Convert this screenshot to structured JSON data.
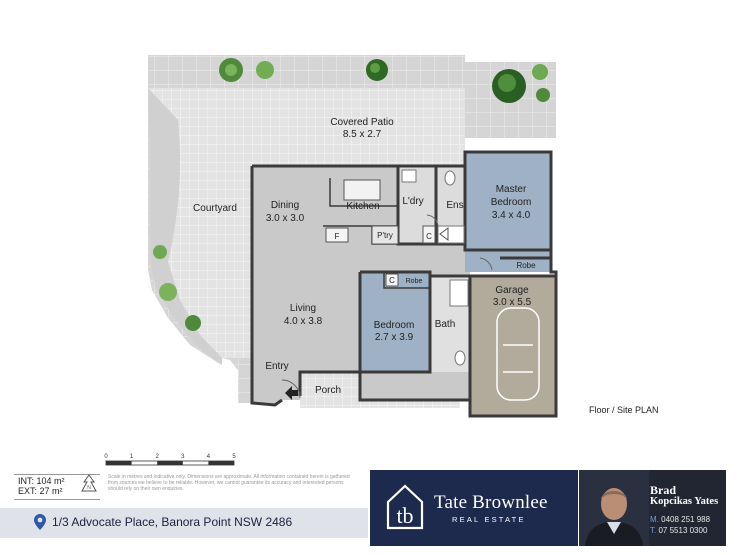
{
  "floor_plan": {
    "rooms": [
      {
        "name": "Covered Patio",
        "dims": "8.5 x 2.7"
      },
      {
        "name": "Courtyard",
        "dims": ""
      },
      {
        "name": "Dining",
        "dims": "3.0 x 3.0"
      },
      {
        "name": "Kitchen",
        "dims": ""
      },
      {
        "name": "L'dry",
        "dims": ""
      },
      {
        "name": "Ens",
        "dims": ""
      },
      {
        "name": "Master Bedroom",
        "dims": "3.4 x 4.0"
      },
      {
        "name": "Robe",
        "dims": ""
      },
      {
        "name": "P'try",
        "dims": ""
      },
      {
        "name": "Living",
        "dims": "4.0 x 3.8"
      },
      {
        "name": "Bedroom",
        "dims": "2.7 x 3.9"
      },
      {
        "name": "Bath",
        "dims": ""
      },
      {
        "name": "Garage",
        "dims": "3.0 x 5.5"
      },
      {
        "name": "Entry",
        "dims": ""
      },
      {
        "name": "Porch",
        "dims": ""
      }
    ],
    "fixtures": {
      "fridge": "F",
      "cupboard": "C",
      "robe_small": "Robe"
    },
    "floor_label": "Floor / Site PLAN"
  },
  "scale": {
    "ticks": [
      "0",
      "1",
      "2",
      "3",
      "4",
      "5"
    ]
  },
  "areas": {
    "int_label": "INT:",
    "int_value": "104 m²",
    "ext_label": "EXT:",
    "ext_value": "27 m²"
  },
  "disclaimer": "Scale in metres and indicative only. Dimensions are approximate. All information contained herein is gathered from sources we believe to be reliable. However, we cannot guarantee its accuracy and interested persons should rely on their own enquiries.",
  "address": "1/3 Advocate Place, Banora Point NSW 2486",
  "brand": {
    "name": "Tate Brownlee",
    "sub": "REAL ESTATE"
  },
  "agent": {
    "first": "Brad",
    "last": "Kopcikas Yates",
    "m_label": "M.",
    "mobile": "0408 251 988",
    "t_label": "T.",
    "phone": "07 5513 0300"
  },
  "colors": {
    "navy": "#1d2a4e",
    "bedroom_blue": "#9fb1c4",
    "garage_beige": "#b2ab9c",
    "wall": "#3a3a3a"
  }
}
